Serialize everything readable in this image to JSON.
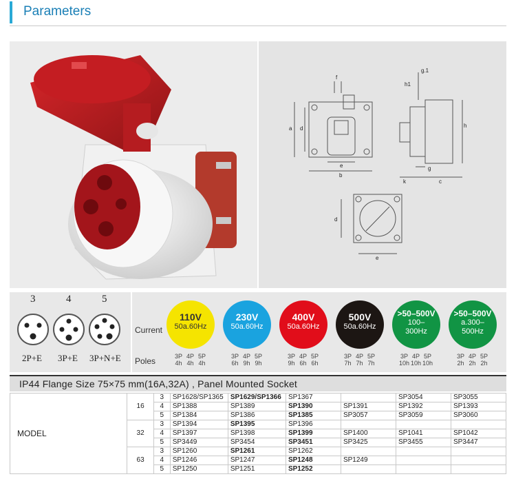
{
  "header": {
    "title": "Parameters",
    "accent": "#29a9d6"
  },
  "drawing_labels": [
    "f",
    "a",
    "d",
    "e",
    "b",
    "g.1",
    "h1",
    "h",
    "k",
    "g",
    "c",
    "d",
    "e"
  ],
  "pins": [
    {
      "count": "3",
      "caption": "2P+E"
    },
    {
      "count": "4",
      "caption": "3P+E"
    },
    {
      "count": "5",
      "caption": "3P+N+E"
    }
  ],
  "labels": {
    "current": "Current",
    "poles": "Poles"
  },
  "voltages": [
    {
      "value": "110V",
      "sub": "50a.60Hz",
      "color": "#f5e400",
      "text": "#333",
      "poles": [
        [
          "3P",
          "4h"
        ],
        [
          "4P",
          "4h"
        ],
        [
          "5P",
          "4h"
        ]
      ]
    },
    {
      "value": "230V",
      "sub": "50a.60Hz",
      "color": "#1aa3df",
      "text": "#fff",
      "poles": [
        [
          "3P",
          "6h"
        ],
        [
          "4P",
          "9h"
        ],
        [
          "5P",
          "9h"
        ]
      ]
    },
    {
      "value": "400V",
      "sub": "50a.60Hz",
      "color": "#e10d1a",
      "text": "#fff",
      "poles": [
        [
          "3P",
          "9h"
        ],
        [
          "4P",
          "6h"
        ],
        [
          "5P",
          "6h"
        ]
      ]
    },
    {
      "value": "500V",
      "sub": "50a.60Hz",
      "color": "#1c1613",
      "text": "#fff",
      "poles": [
        [
          "3P",
          "7h"
        ],
        [
          "4P",
          "7h"
        ],
        [
          "5P",
          "7h"
        ]
      ]
    },
    {
      "value": ">50–500V",
      "sub": "100–\n300Hz",
      "color": "#119444",
      "text": "#fff",
      "poles": [
        [
          "3P",
          "10h"
        ],
        [
          "4P",
          "10h"
        ],
        [
          "5P",
          "10h"
        ]
      ]
    },
    {
      "value": ">50–500V",
      "sub": "a.300–\n500Hz",
      "color": "#119444",
      "text": "#fff",
      "poles": [
        [
          "3P",
          "2h"
        ],
        [
          "4P",
          "2h"
        ],
        [
          "5P",
          "2h"
        ]
      ]
    }
  ],
  "table": {
    "title": "IP44 Flange Size  75×75 mm(16A,32A) , Panel Mounted Socket",
    "model_label": "MODEL",
    "groups": [
      {
        "amp": "16",
        "rows": [
          {
            "p": "3",
            "c": [
              "SP1628/SP1365",
              "SP1629/SP1366",
              "SP1367",
              "",
              "SP3054",
              "SP3055"
            ],
            "b": [
              1
            ]
          },
          {
            "p": "4",
            "c": [
              "SP1388",
              "SP1389",
              "SP1390",
              "SP1391",
              "SP1392",
              "SP1393"
            ],
            "b": [
              2
            ]
          },
          {
            "p": "5",
            "c": [
              "SP1384",
              "SP1386",
              "SP1385",
              "SP3057",
              "SP3059",
              "SP3060"
            ],
            "b": [
              2
            ]
          }
        ]
      },
      {
        "amp": "32",
        "rows": [
          {
            "p": "3",
            "c": [
              "SP1394",
              "SP1395",
              "SP1396",
              "",
              "",
              ""
            ],
            "b": [
              1
            ]
          },
          {
            "p": "4",
            "c": [
              "SP1397",
              "SP1398",
              "SP1399",
              "SP1400",
              "SP1041",
              "SP1042"
            ],
            "b": [
              2
            ]
          },
          {
            "p": "5",
            "c": [
              "SP3449",
              "SP3454",
              "SP3451",
              "SP3425",
              "SP3455",
              "SP3447"
            ],
            "b": [
              2
            ]
          }
        ]
      },
      {
        "amp": "63",
        "rows": [
          {
            "p": "3",
            "c": [
              "SP1260",
              "SP1261",
              "SP1262",
              "",
              "",
              ""
            ],
            "b": [
              1
            ]
          },
          {
            "p": "4",
            "c": [
              "SP1246",
              "SP1247",
              "SP1248",
              "SP1249",
              "",
              ""
            ],
            "b": [
              2
            ]
          },
          {
            "p": "5",
            "c": [
              "SP1250",
              "SP1251",
              "SP1252",
              "",
              "",
              ""
            ],
            "b": [
              2
            ]
          }
        ]
      }
    ]
  }
}
